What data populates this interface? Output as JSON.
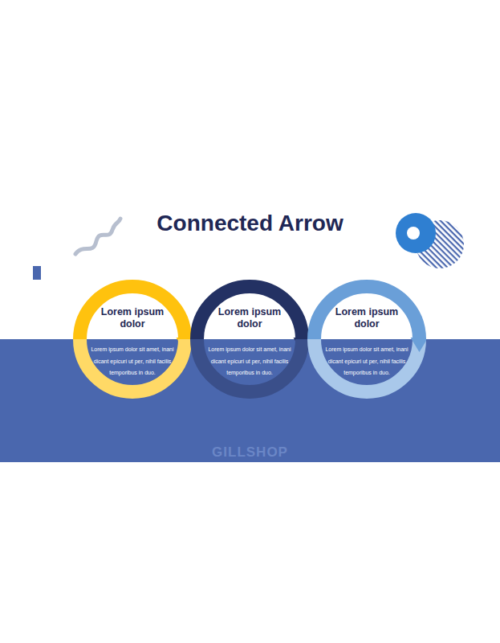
{
  "diagram": {
    "title": "Connected Arrow",
    "nodes": [
      {
        "text": [
          "Lorem ipsum dolor",
          "Lorem ipsum dolor sit amet, inani dicant epicuri ut per, nihil facilis temporibus in duo."
        ]
      },
      {
        "text": [
          "Lorem ipsum dolor",
          "Lorem ipsum dolor sit amet, inani dicant epicuri ut per, nihil facilis temporibus in duo."
        ]
      },
      {
        "text": [
          "Lorem ipsum dolor",
          "Lorem ipsum dolor sit amet, inani dicant epicuri ut per, nihil facilis temporibus in duo."
        ]
      }
    ],
    "edges": [
      {
        "from": 0,
        "to": 1,
        "arrow": "to"
      },
      {
        "from": 1,
        "to": 2,
        "arrow": "to"
      }
    ],
    "labels": [
      "GILLSHOP"
    ]
  }
}
